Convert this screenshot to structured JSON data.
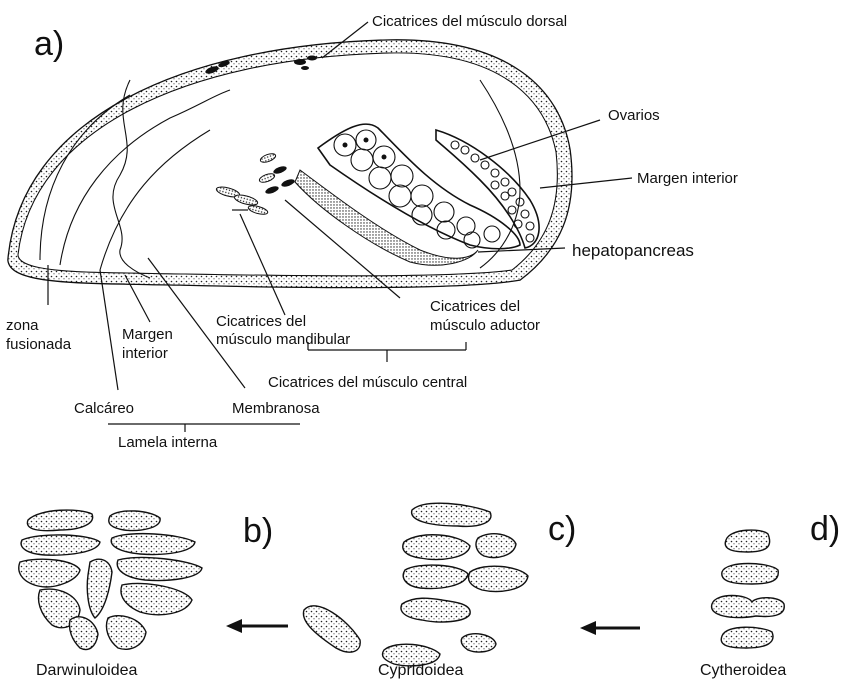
{
  "panel_labels": {
    "a": "a)",
    "b": "b)",
    "c": "c)",
    "d": "d)"
  },
  "labels": {
    "dorsal_scars": "Cicatrices del músculo dorsal",
    "ovaries": "Ovarios",
    "inner_margin_right": "Margen interior",
    "hepatopancreas": "hepatopancreas",
    "fused_zone_1": "zona",
    "fused_zone_2": "fusionada",
    "inner_margin_left_1": "Margen",
    "inner_margin_left_2": "interior",
    "mandibular_1": "Cicatrices del",
    "mandibular_2": "músculo mandibular",
    "adductor_1": "Cicatrices del",
    "adductor_2": "músculo aductor",
    "central_muscle": "Cicatrices del músculo central",
    "calcareous": "Calcáreo",
    "membranous": "Membranosa",
    "inner_lamella": "Lamela interna"
  },
  "groups": {
    "darwinuloidea": "Darwinuloidea",
    "cypridoidea": "Cypridoidea",
    "cytheroidea": "Cytheroidea"
  }
}
